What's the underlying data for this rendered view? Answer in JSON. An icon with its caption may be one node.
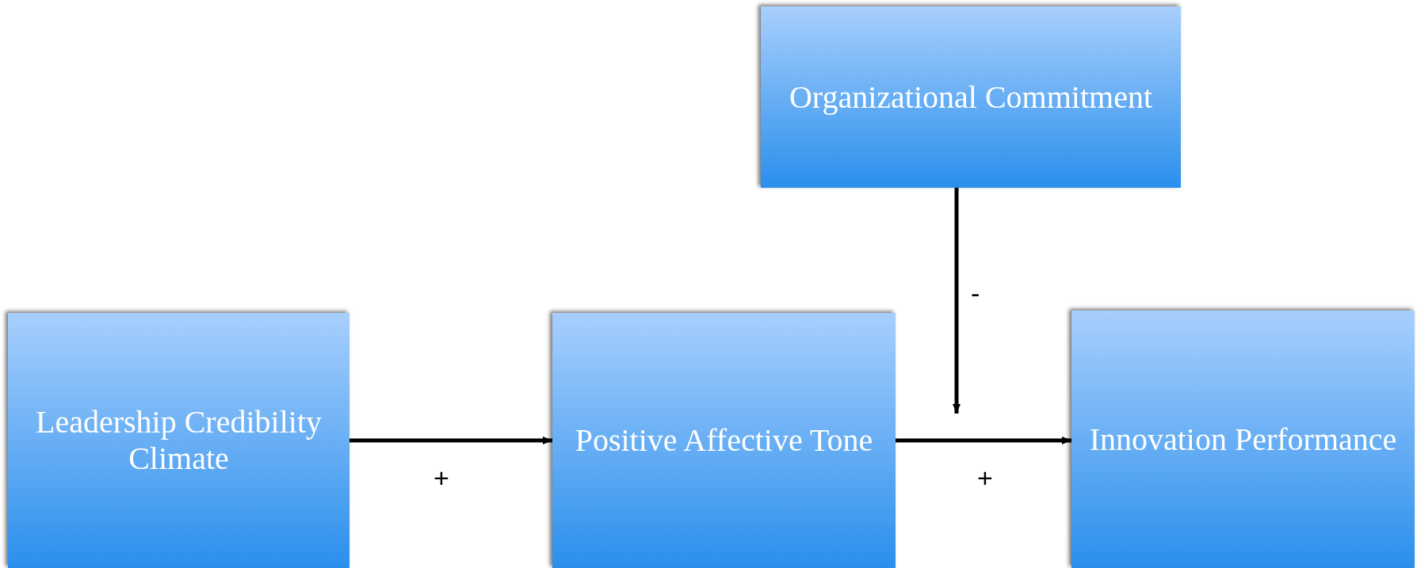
{
  "diagram": {
    "nodes": [
      {
        "text": [
          "Leadership Credibility Climate"
        ]
      },
      {
        "text": [
          "Positive Affective Tone"
        ]
      },
      {
        "text": [
          "Innovation Performance"
        ]
      },
      {
        "text": [
          "Organizational Commitment"
        ]
      }
    ],
    "edges": [
      {
        "from": 0,
        "to": 1,
        "arrow": "to",
        "label": "+"
      },
      {
        "from": 1,
        "to": 2,
        "arrow": "to",
        "label": "+"
      },
      {
        "from": 3,
        "to": null,
        "arrow": "to",
        "label": "-"
      }
    ]
  }
}
